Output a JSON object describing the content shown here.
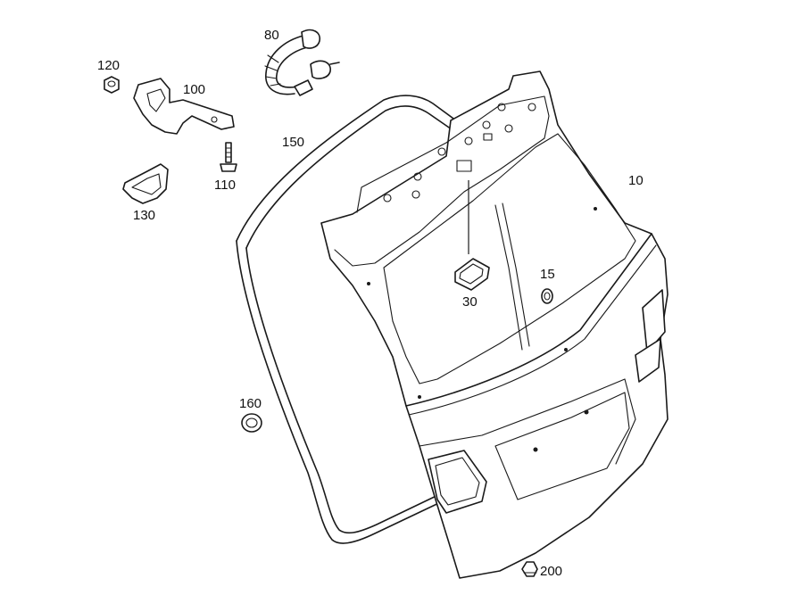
{
  "callouts": {
    "p10": "10",
    "p15": "15",
    "p30": "30",
    "p80": "80",
    "p100": "100",
    "p110": "110",
    "p120": "120",
    "p130": "130",
    "p150": "150",
    "p160": "160",
    "p200": "200"
  },
  "colors": {
    "line": "#1a1a1a",
    "background": "#ffffff"
  }
}
